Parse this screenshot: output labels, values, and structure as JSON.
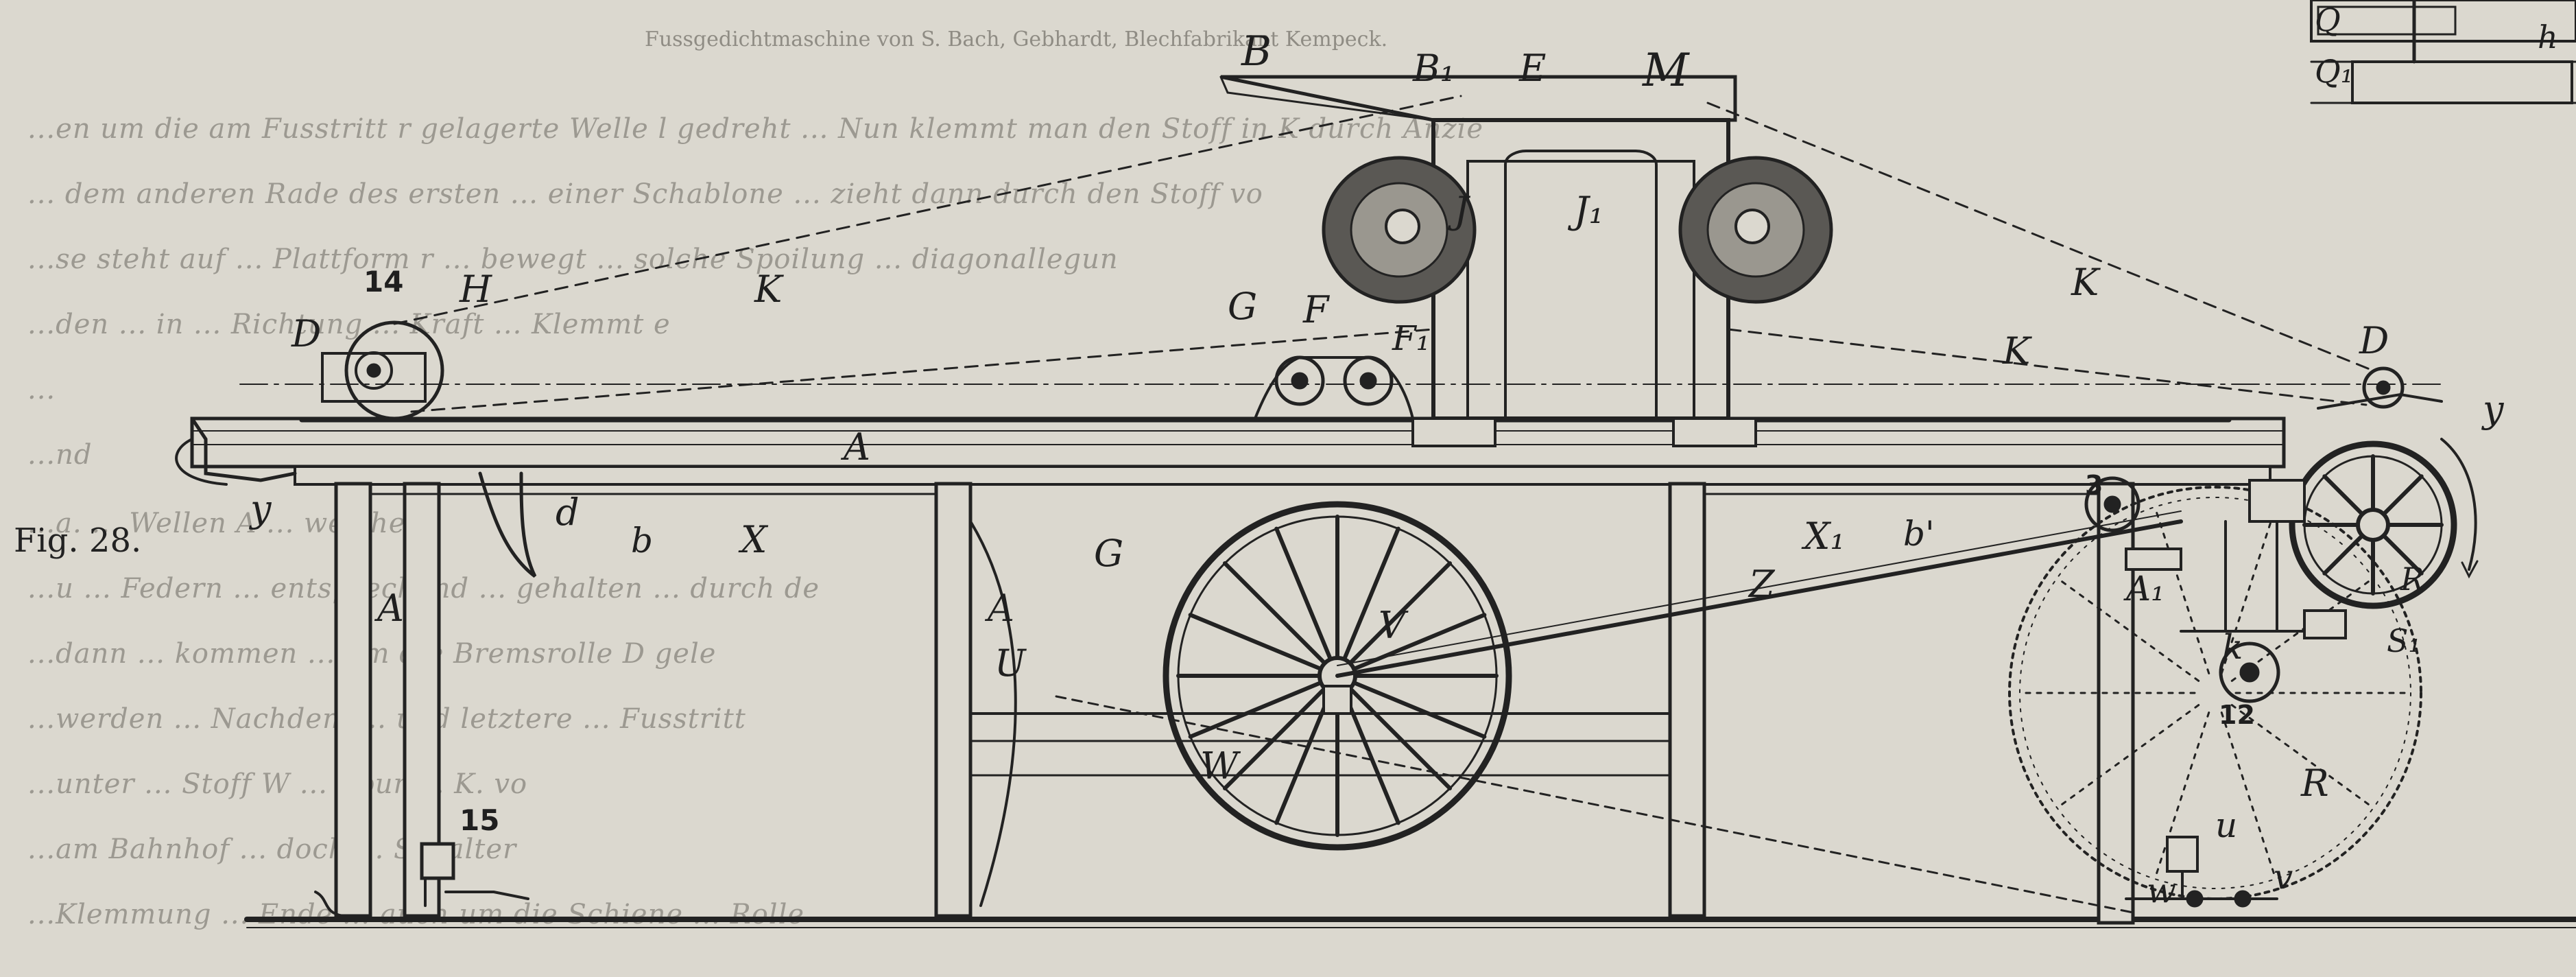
{
  "header": {
    "running_head": "Fussgedichtmaschine von S. Bach, Gebhardt, Blechfabrikant Kempeck."
  },
  "figure_caption": "Fig. 28.",
  "background_lines": [
    "...en um die am Fusstritt r gelagerte Welle l gedreht ... Nun klemmt man den Stoff in K durch Anzie",
    "... dem anderen Rade des ersten ... einer Schablone ... zieht dann durch den Stoff vo",
    "...se steht auf ... Plattform r ... bewegt ... solche Spoilung ... diagonallegun",
    "...den ... in ... Richtung ... Kraft ... Klemmt e",
    "...",
    "...nd",
    "...a. ... Wellen A ... welche k",
    "...u ... Federn ... entsprechend ... gehalten ... durch de",
    "...dann ... kommen ... um die Bremsrolle D gele",
    "...werden ... Nachdem ... und letztere ... Fusstritt",
    "...unter ... Stoff W ... Spur ... K. vo",
    "...am Bahnhof ... doch ... Schalter",
    "...Klemmung ... Ende ... auch um die Schiene ... Rolle"
  ],
  "labels": {
    "B": "B",
    "B1": "B₁",
    "E": "E",
    "M": "M",
    "J_left": "J",
    "J_right": "J₁",
    "K_left": "K",
    "K_mid": "K",
    "K_right": "K",
    "D_left": "D",
    "D_right": "D",
    "n14": "14",
    "H_left": "H",
    "G": "G",
    "F": "F",
    "F1": "F₁",
    "A_rail": "A",
    "y_left": "y",
    "y_right": "y",
    "d": "d",
    "b_left": "b",
    "b_right": "b'",
    "X": "X",
    "X1": "X₁",
    "A_post": "A",
    "A_leg": "A",
    "G_frame": "G",
    "V": "V",
    "U": "U",
    "W": "W",
    "n15": "15",
    "Z": "Z",
    "n3": "3",
    "A1": "A₁",
    "k": "k",
    "n12": "12",
    "u": "u",
    "w": "w",
    "v": "v",
    "R": "R",
    "Q": "Q",
    "Q1": "Q₁",
    "h": "h",
    "S_arm": "S₁",
    "R_hub": "R"
  }
}
